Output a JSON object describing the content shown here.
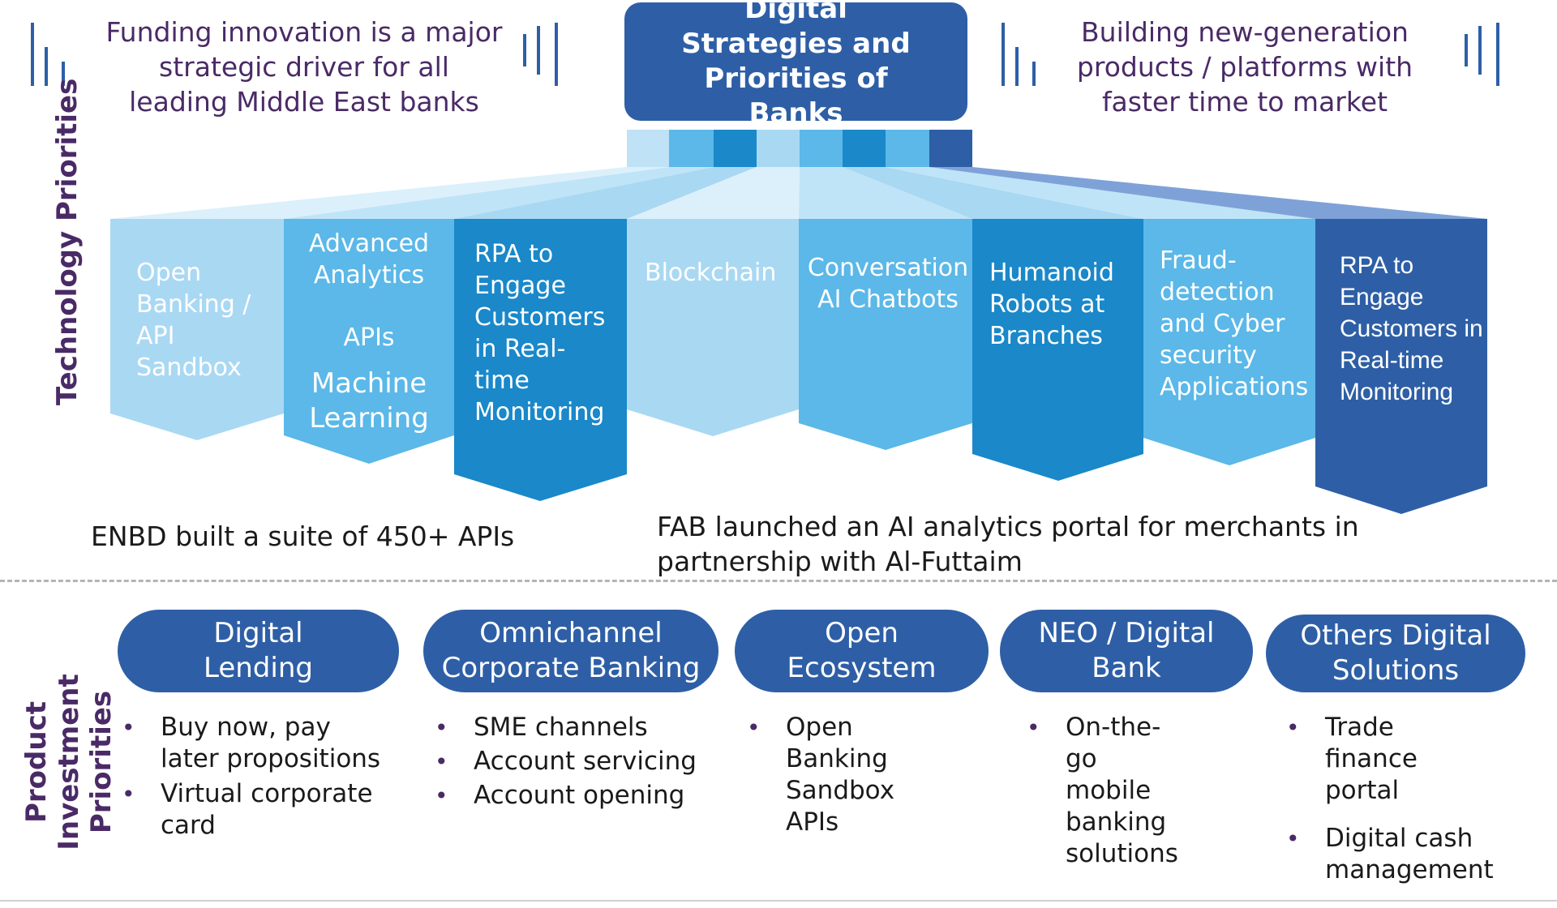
{
  "header": {
    "left_tagline": "Funding innovation is a major strategic driver for all leading Middle East banks",
    "title": "Digital Strategies and Priorities of Banks",
    "right_tagline": "Building new-generation products / platforms with faster time to market"
  },
  "technology": {
    "section_label": "Technology Priorities",
    "items": [
      {
        "label": "Open Banking / API Sandbox",
        "color": "#a9d8f3"
      },
      {
        "label": "Advanced Analytics",
        "label2": "APIs",
        "label3": "Machine Learning",
        "color": "#5bb8e8"
      },
      {
        "label": "RPA to Engage Customers in Real-time Monitoring",
        "color": "#1a88c9"
      },
      {
        "label": "Blockchain",
        "color": "#a9d8f3"
      },
      {
        "label": "Conversation AI Chatbots",
        "color": "#5bb8e8"
      },
      {
        "label": "Humanoid Robots at Branches",
        "color": "#1a88c9"
      },
      {
        "label": "Fraud-detection and Cyber security Applications",
        "color": "#5bb8e8"
      },
      {
        "label": "RPA to Engage Customers in Real-time Monitoring",
        "color": "#2e5fa6"
      }
    ],
    "example_left": "ENBD built a suite of 450+ APIs",
    "example_right": "FAB launched an AI analytics portal for merchants in partnership with Al-Futtaim"
  },
  "product": {
    "section_label": "Product Investment Priorities",
    "columns": [
      {
        "title": "Digital Lending",
        "bullets": [
          "Buy now, pay later propositions",
          "Virtual corporate card"
        ]
      },
      {
        "title": "Omnichannel Corporate Banking",
        "bullets": [
          "SME channels",
          "Account servicing",
          "Account opening"
        ]
      },
      {
        "title": "Open Ecosystem",
        "bullets": [
          "Open Banking Sandbox APIs"
        ]
      },
      {
        "title": "NEO / Digital Bank",
        "bullets": [
          "On-the-go mobile banking solutions"
        ]
      },
      {
        "title": "Others Digital Solutions",
        "bullets": [
          "Trade finance portal",
          "Digital cash management"
        ]
      }
    ]
  },
  "colors": {
    "dark_blue": "#2e5fa6",
    "purple_text": "#4a2a66",
    "light_blue": "#a9d8f3",
    "mid_blue": "#5bb8e8",
    "deep_blue": "#1a88c9"
  }
}
